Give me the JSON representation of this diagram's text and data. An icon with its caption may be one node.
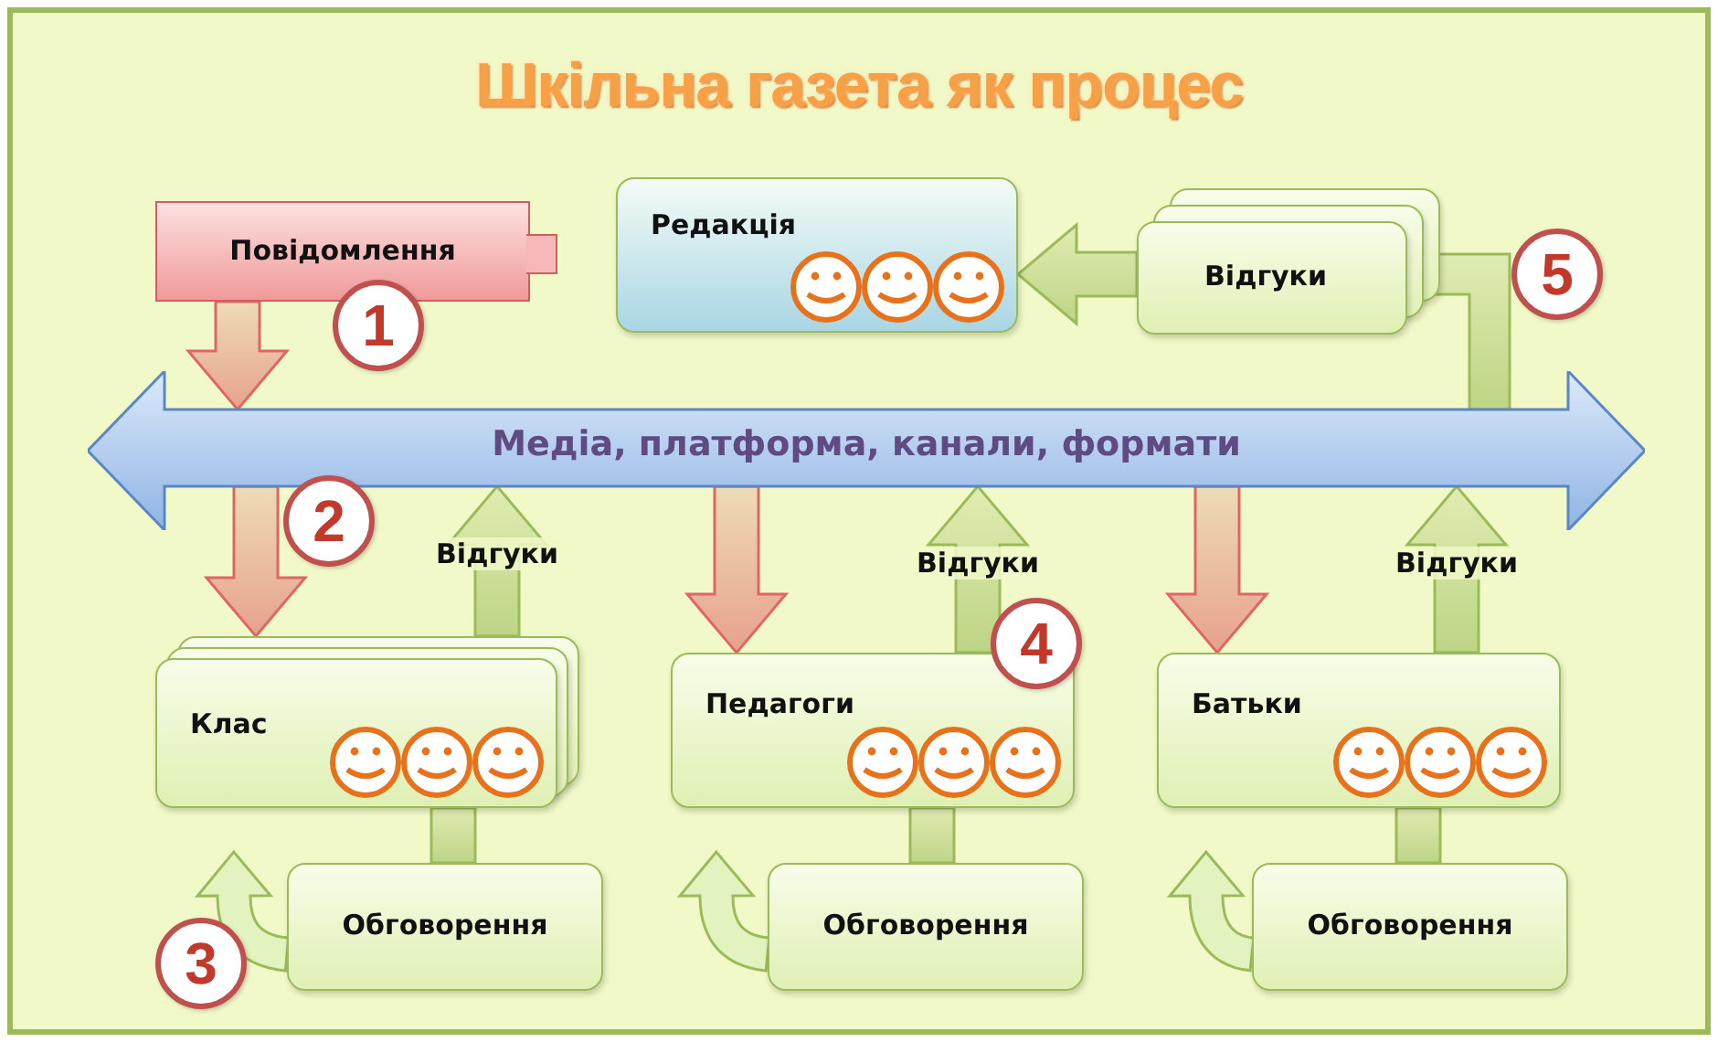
{
  "diagram": {
    "title": "Шкільна газета як процес",
    "nodes": [
      {
        "text": [
          "Повідомлення"
        ]
      },
      {
        "text": [
          "Редакція"
        ]
      },
      {
        "text": [
          "Відгуки"
        ]
      },
      {
        "text": [
          "Медіа, платформа, канали, формати"
        ]
      },
      {
        "text": [
          "Клас"
        ]
      },
      {
        "text": [
          "Педагоги"
        ]
      },
      {
        "text": [
          "Батьки"
        ]
      },
      {
        "text": [
          "Обговорення"
        ]
      },
      {
        "text": [
          "Обговорення"
        ]
      },
      {
        "text": [
          "Обговорення"
        ]
      }
    ],
    "edges": [
      {
        "from": 0,
        "to": 3,
        "arrow": "to",
        "color": "#e06666"
      },
      {
        "from": 2,
        "to": 1,
        "arrow": "to"
      },
      {
        "from": 3,
        "to": 2,
        "arrow": "none"
      },
      {
        "from": 3,
        "to": 4,
        "arrow": "to",
        "color": "#e06666"
      },
      {
        "from": 4,
        "to": 3,
        "arrow": "to",
        "label": "Відгуки"
      },
      {
        "from": 3,
        "to": 5,
        "arrow": "to",
        "color": "#e06666"
      },
      {
        "from": 5,
        "to": 3,
        "arrow": "to",
        "label": "Відгуки"
      },
      {
        "from": 3,
        "to": 6,
        "arrow": "to",
        "color": "#e06666"
      },
      {
        "from": 6,
        "to": 3,
        "arrow": "to",
        "label": "Відгуки"
      },
      {
        "from": 7,
        "to": 4,
        "arrow": "none"
      },
      {
        "from": 8,
        "to": 5,
        "arrow": "none"
      },
      {
        "from": 9,
        "to": 6,
        "arrow": "none"
      },
      {
        "from": 7,
        "to": null,
        "arrow": "to"
      },
      {
        "from": 8,
        "to": null,
        "arrow": "to"
      },
      {
        "from": 9,
        "to": null,
        "arrow": "to"
      }
    ],
    "labels": [
      "1",
      "2",
      "3",
      "4",
      "5"
    ]
  }
}
